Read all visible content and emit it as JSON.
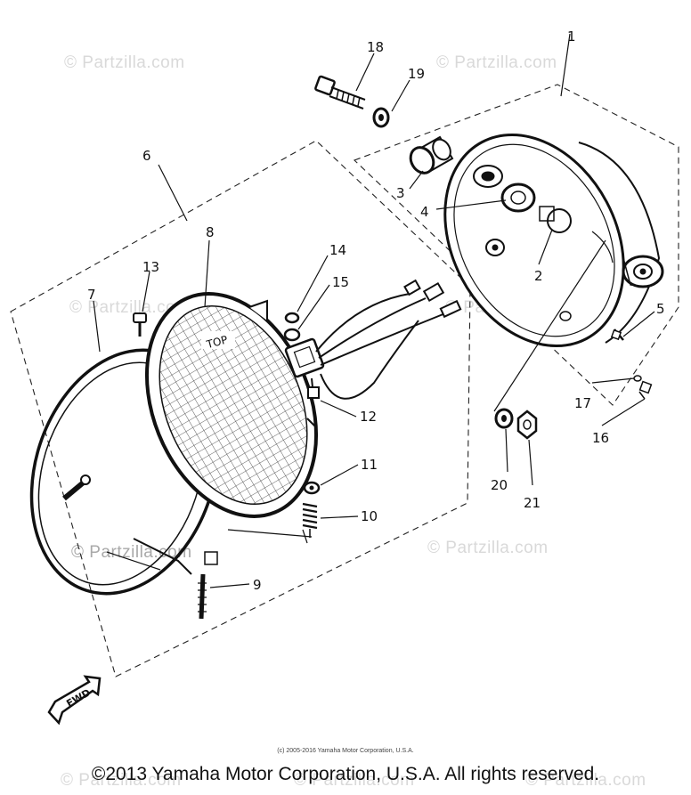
{
  "watermarks": [
    "© Partzilla.com",
    "© Partzilla.com",
    "© Partzilla.com",
    "© Partzilla.com",
    "© Partzilla.com",
    "© Partzilla.com",
    "© Partzilla.com",
    "© Partzilla.com",
    "© Partzilla.com"
  ],
  "callouts": {
    "p1": "1",
    "p2": "2",
    "p3": "3",
    "p4": "4",
    "p5": "5",
    "p6": "6",
    "p7": "7",
    "p8": "8",
    "p9": "9",
    "p10": "10",
    "p11": "11",
    "p12": "12",
    "p13": "13",
    "p14": "14",
    "p15": "15",
    "p16": "16",
    "p17": "17",
    "p18": "18",
    "p19": "19",
    "p20": "20",
    "p21": "21"
  },
  "lens_label": "TOP",
  "fwd_label": "FWD",
  "small_copyright": "(c) 2005-2016 Yamaha Motor Corporation, U.S.A.",
  "footer_copyright": "©2013 Yamaha Motor Corporation, U.S.A. All rights reserved."
}
